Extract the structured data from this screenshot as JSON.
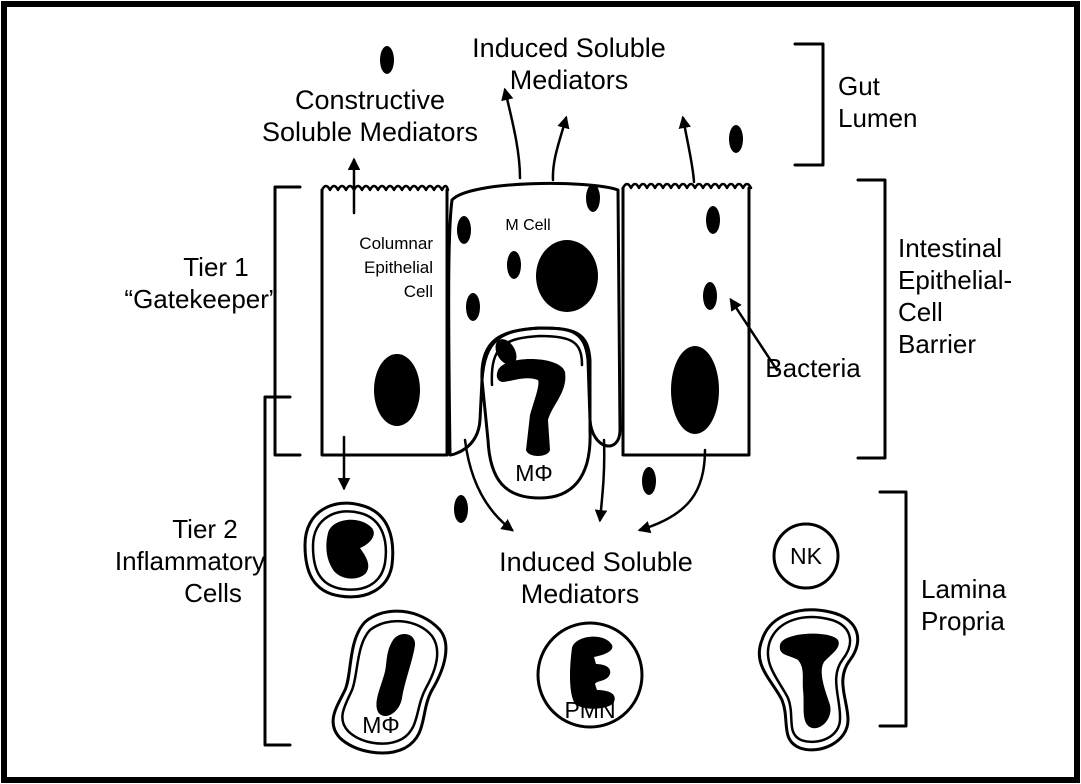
{
  "labels": {
    "constructive": [
      "Constructive",
      "Soluble Mediators"
    ],
    "induced_top": [
      "Induced Soluble",
      "Mediators"
    ],
    "gut_lumen": [
      "Gut",
      "Lumen"
    ],
    "tier1": [
      "Tier 1",
      "“Gatekeeper”"
    ],
    "columnar": [
      "Columnar",
      "Epithelial",
      "Cell"
    ],
    "m_cell": "M Cell",
    "macrophage": "MΦ",
    "bacteria": "Bacteria",
    "barrier": [
      "Intestinal",
      "Epithelial-",
      "Cell",
      "Barrier"
    ],
    "tier2": [
      "Tier 2",
      "Inflammatory",
      "Cells"
    ],
    "induced_bottom": [
      "Induced Soluble",
      "Mediators"
    ],
    "nk": "NK",
    "lamina": [
      "Lamina",
      "Propria"
    ],
    "macrophage_bottom": "MΦ",
    "pmn": "PMN"
  },
  "colors": {
    "ink": "#000000",
    "background": "#ffffff"
  }
}
